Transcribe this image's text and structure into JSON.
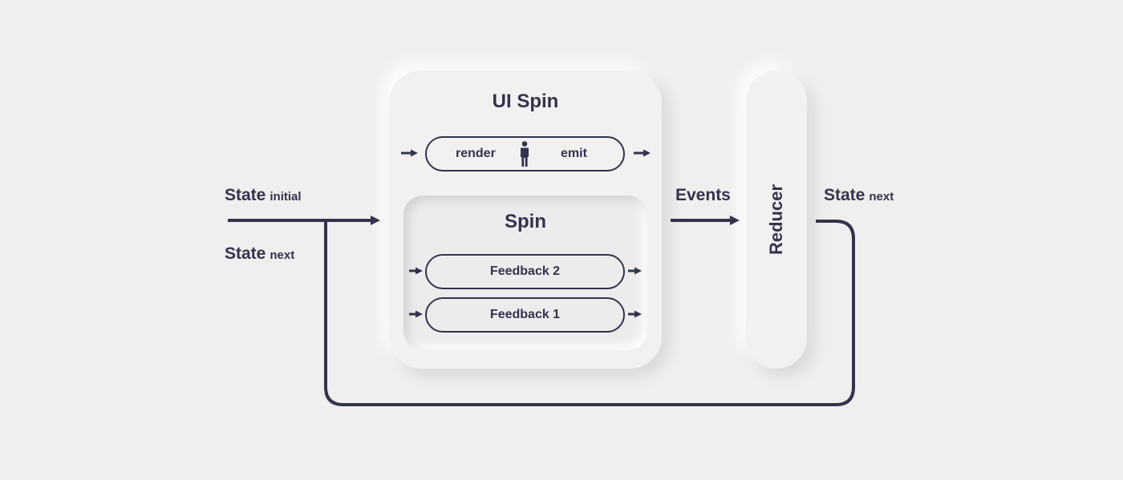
{
  "left": {
    "state_initial": {
      "main": "State",
      "sub": "initial"
    },
    "state_next": {
      "main": "State",
      "sub": "next"
    }
  },
  "ui_spin": {
    "title": "UI Spin",
    "render_label": "render",
    "emit_label": "emit"
  },
  "spin": {
    "title": "Spin",
    "feedback_2": "Feedback 2",
    "feedback_1": "Feedback 1"
  },
  "events_label": "Events",
  "reducer_label": "Reducer",
  "right": {
    "state_next": {
      "main": "State",
      "sub": "next"
    }
  },
  "colors": {
    "background": "#efefef",
    "ink": "#33334d",
    "card": "#f1f1f1"
  },
  "icons": {
    "user": "person-icon"
  }
}
